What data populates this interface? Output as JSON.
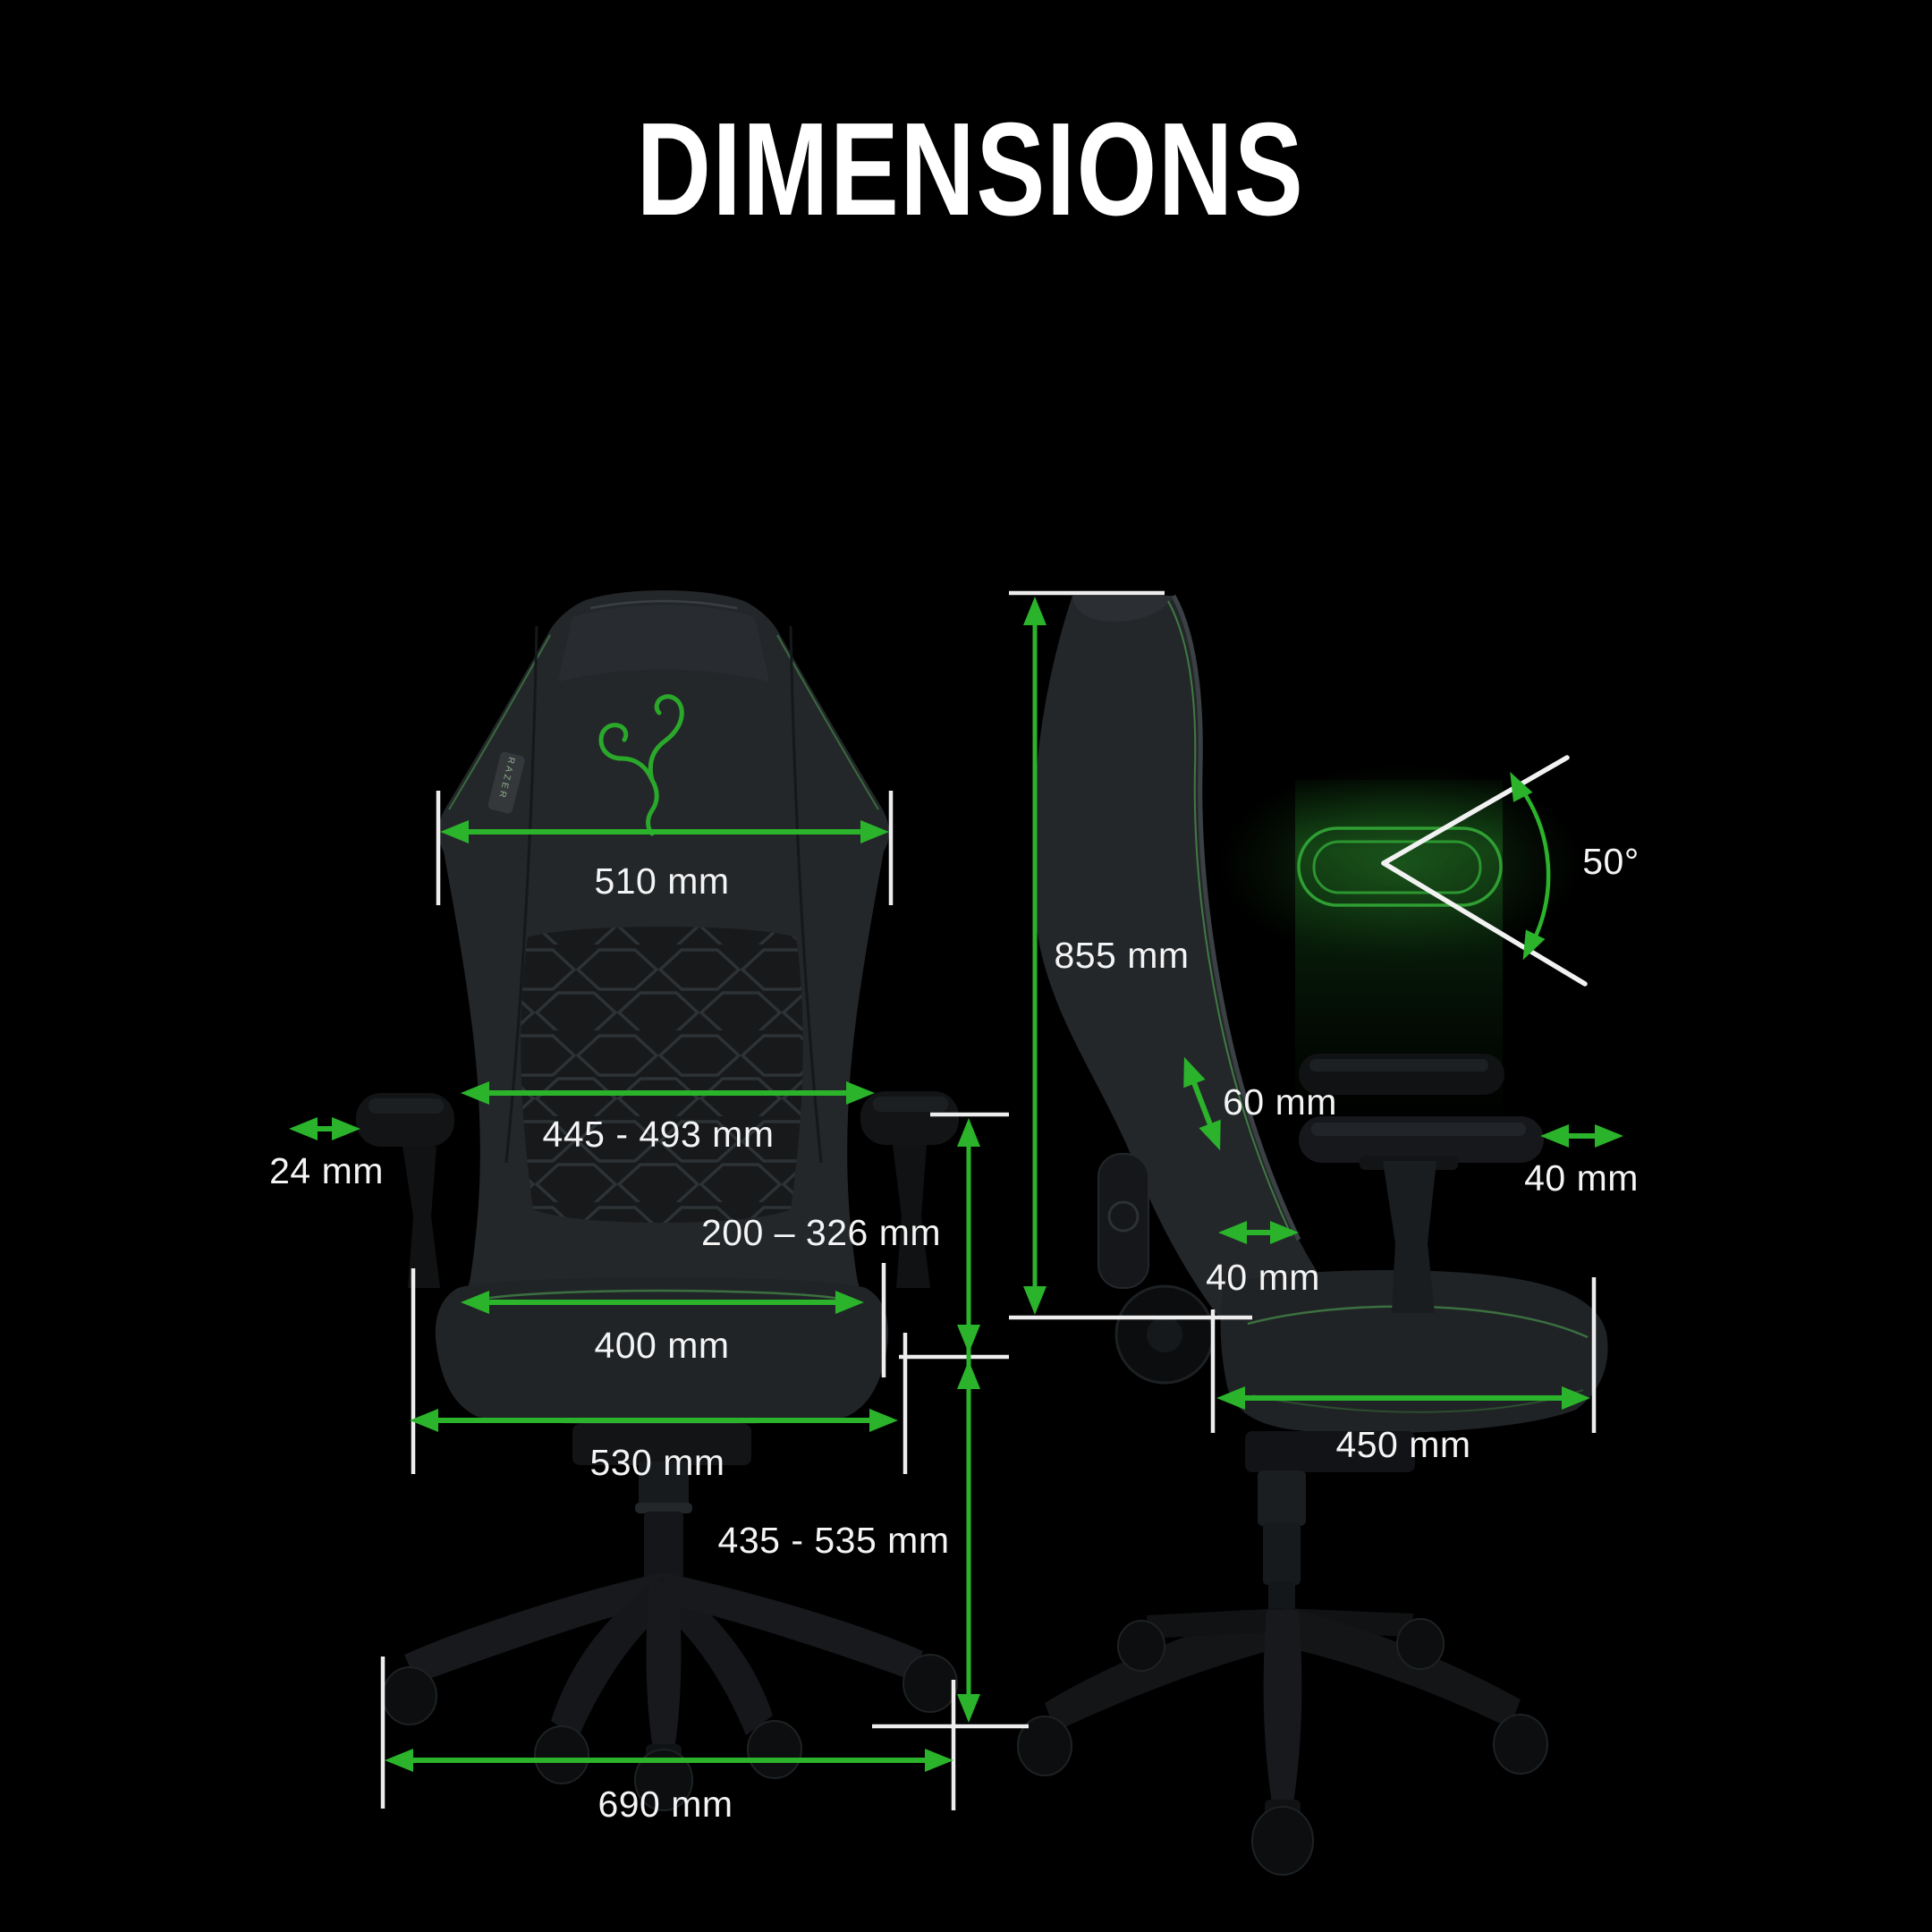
{
  "title": "DIMENSIONS",
  "colors": {
    "background": "#000000",
    "accent_green": "#2bb32b",
    "stitch_green": "#3f7a42",
    "glow_green": "#2f9e33",
    "reference_white": "#ededed",
    "label_text": "#f4f4f4",
    "chair_body": "#24272a"
  },
  "icons": {
    "brand_logo": "razer-snake-emblem"
  },
  "front_view": {
    "name": "chair front view with measurements",
    "brand_tag": "RAZER",
    "labels": {
      "backrest_width": "510 mm",
      "backrest_mid_width": "445 - 493 mm",
      "armrest_width_adjust": "24 mm",
      "armrest_height_range": "200 – 326 mm",
      "seat_cushion_width": "400 mm",
      "seat_total_width": "530 mm",
      "seat_height_range": "435 - 535 mm",
      "base_width": "690 mm"
    }
  },
  "side_view": {
    "name": "chair side view with measurements",
    "labels": {
      "total_back_height": "855 mm",
      "recline_angle": "50°",
      "lumbar_adjust": "60 mm",
      "armrest_slide": "40 mm",
      "seat_slide": "40 mm",
      "seat_depth": "450 mm"
    }
  }
}
